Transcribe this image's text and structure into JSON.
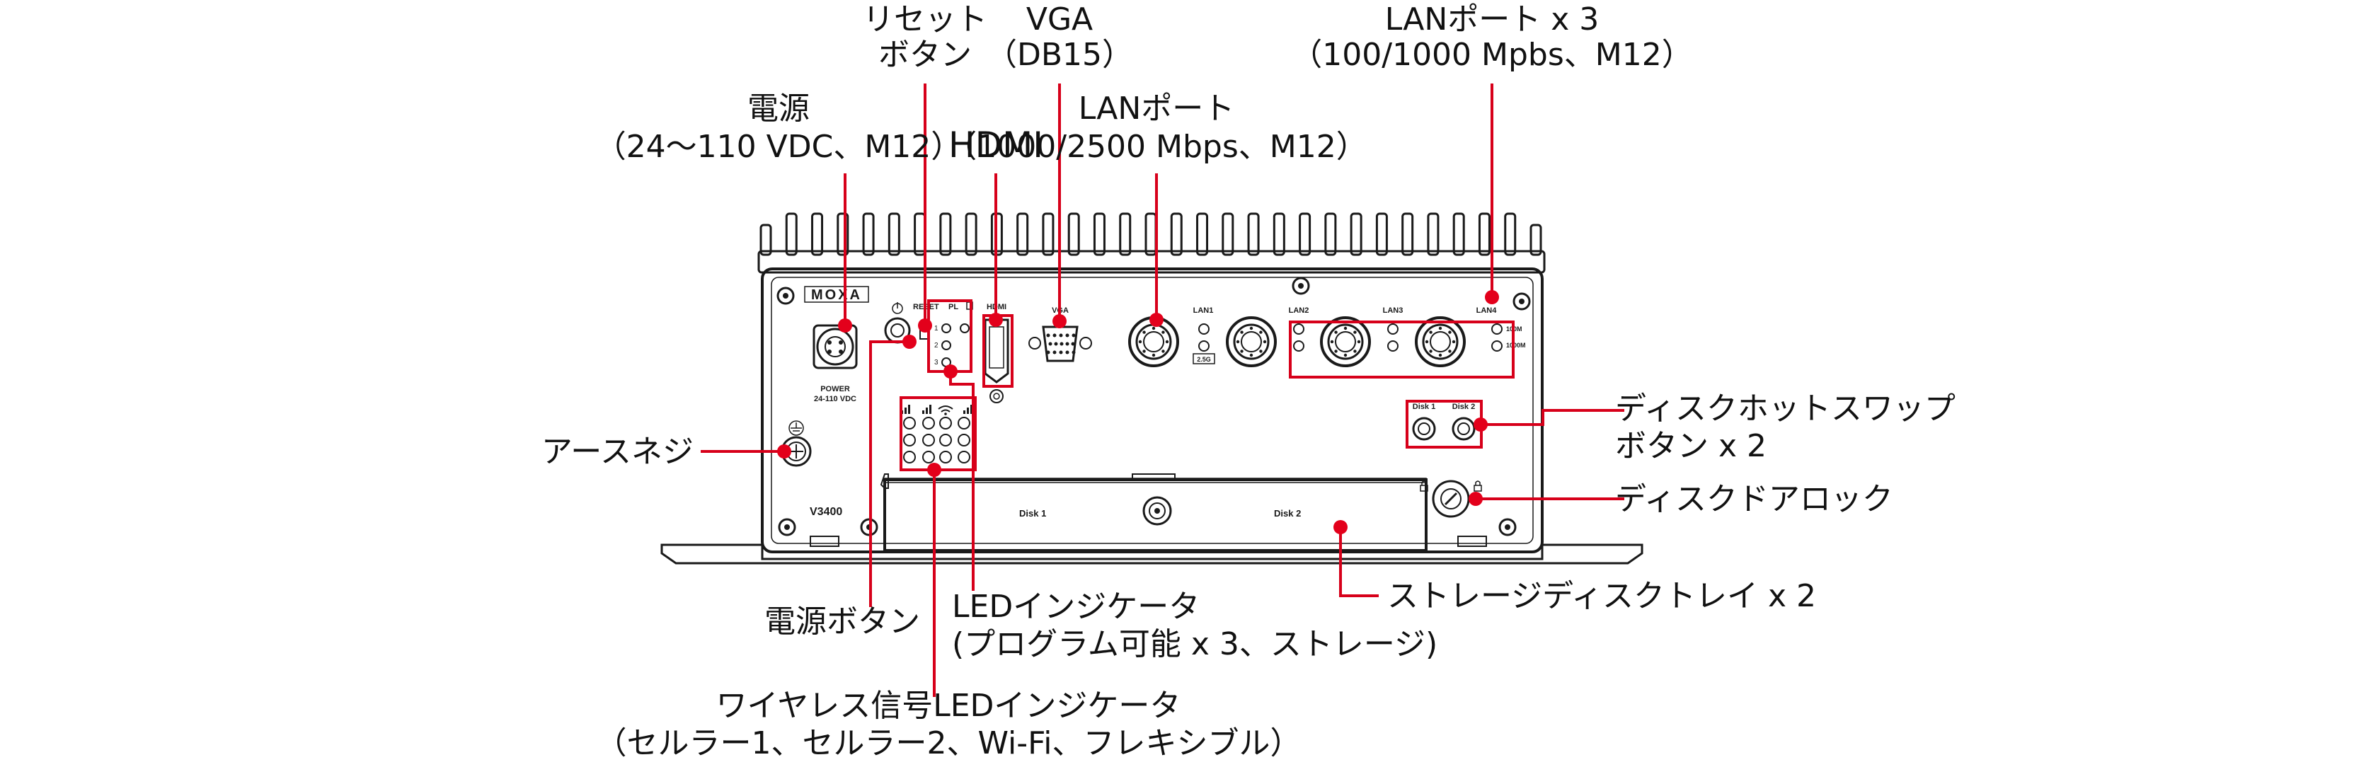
{
  "device": {
    "brand": "MOXA",
    "model": "V3400",
    "power_label": "POWER",
    "power_voltage": "24-110 VDC",
    "reset_label": "RESET",
    "pl_label": "PL",
    "pl_numbers": [
      "1",
      "2",
      "3"
    ],
    "hdmi_label": "HDMI",
    "vga_label": "VGA",
    "lan_labels": [
      "LAN1",
      "LAN2",
      "LAN3",
      "LAN4"
    ],
    "lan1_speed": "2.5G",
    "lan_led_labels": [
      "100M",
      "1000M"
    ],
    "disk_button_labels": [
      "Disk 1",
      "Disk 2"
    ],
    "tray_labels": [
      "Disk 1",
      "Disk 2"
    ]
  },
  "callouts": {
    "reset": [
      "リセット",
      "ボタン"
    ],
    "vga": [
      "VGA",
      "（DB15）"
    ],
    "lan_x3": [
      "LANポート x 3",
      "（100/1000 Mpbs、M12）"
    ],
    "power": [
      "電源",
      "（24～110 VDC、M12）"
    ],
    "hdmi": "HDMI",
    "lan_single": [
      "LANポート",
      "（1000/2500 Mbps、M12）"
    ],
    "hotswap": [
      "ディスクホットスワップ",
      "ボタン x 2"
    ],
    "ground": "アースネジ",
    "disklock": "ディスクドアロック",
    "tray": "ストレージディスクトレイ x 2",
    "power_button": "電源ボタン",
    "led": [
      "LEDインジケータ",
      "(プログラム可能 x 3、ストレージ)"
    ],
    "wireless": [
      "ワイヤレス信号LEDインジケータ",
      "（セルラー1、セルラー2、Wi-Fi、フレキシブル）"
    ]
  },
  "colors": {
    "callout": "#d7001a",
    "dot": "#e3001b",
    "device": "#1a1a1a"
  },
  "icons": [
    "power-icon",
    "ground-icon",
    "lock-icon",
    "signal-icon",
    "wifi-icon"
  ]
}
